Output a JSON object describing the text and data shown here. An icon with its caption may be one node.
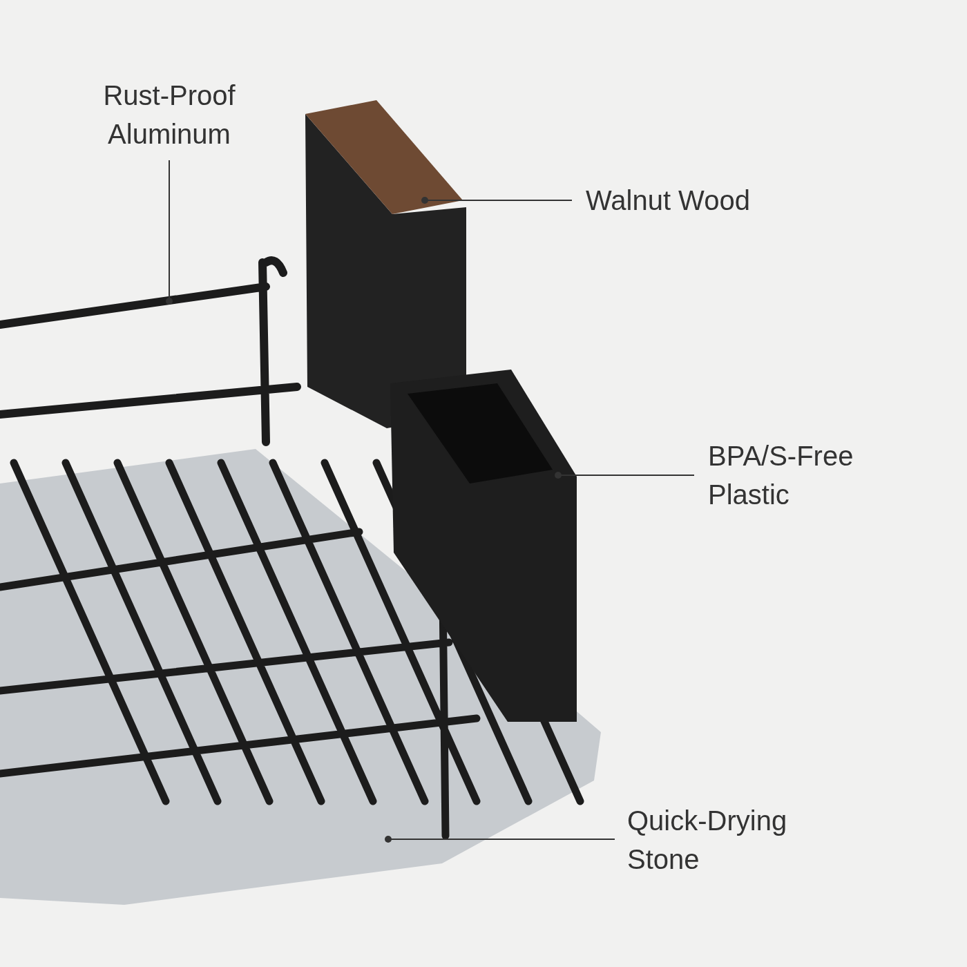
{
  "diagram": {
    "nodes": [
      {
        "text": [
          "Rust-Proof Aluminum"
        ]
      },
      {
        "text": [
          "Walnut Wood"
        ]
      },
      {
        "text": [
          "BPA/S-Free Plastic"
        ]
      },
      {
        "text": [
          "Quick-Drying Stone"
        ]
      },
      {
        "text": [],
        "shape": "picture"
      },
      {
        "text": [],
        "shape": "picture"
      },
      {
        "text": [],
        "shape": "picture"
      },
      {
        "text": [],
        "shape": "picture"
      }
    ],
    "edges": [
      {
        "from": 0,
        "to": 4,
        "arrow": "other"
      },
      {
        "from": 1,
        "to": 5,
        "arrow": "other"
      },
      {
        "from": 2,
        "to": 6,
        "arrow": "other"
      },
      {
        "from": 3,
        "to": 7,
        "arrow": "other"
      }
    ]
  }
}
